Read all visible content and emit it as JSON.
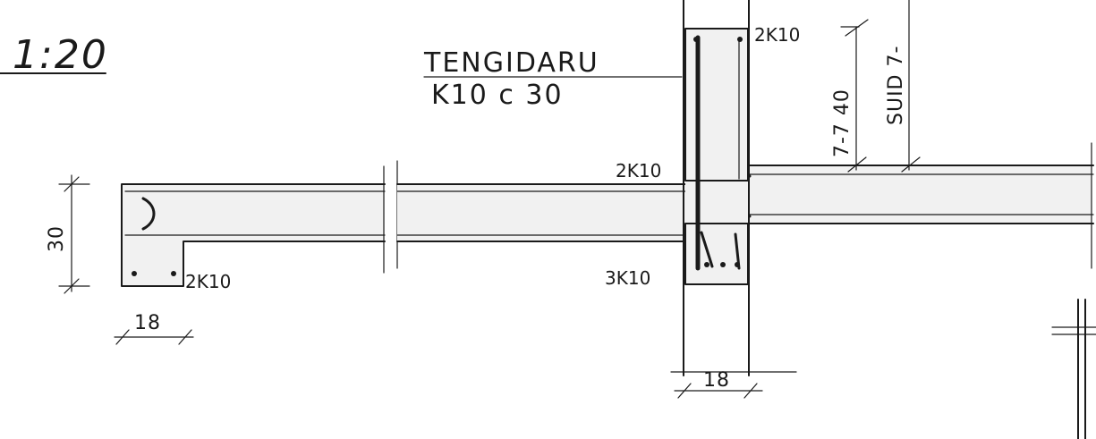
{
  "scale_label": "1:20",
  "annotations": {
    "top_rebar": "2K10",
    "stirrup_name": "TENGIDARU",
    "stirrup_spec": "K10 c 30",
    "slab_top_bars": "2K10",
    "slab_bottom_bars": "3K10",
    "left_beam_bars": "2K10",
    "tie_rod": "SUID 7-",
    "tie_level": "7-7 40"
  },
  "dimensions": {
    "beam_height": "30",
    "left_width": "18",
    "column_width": "18"
  }
}
